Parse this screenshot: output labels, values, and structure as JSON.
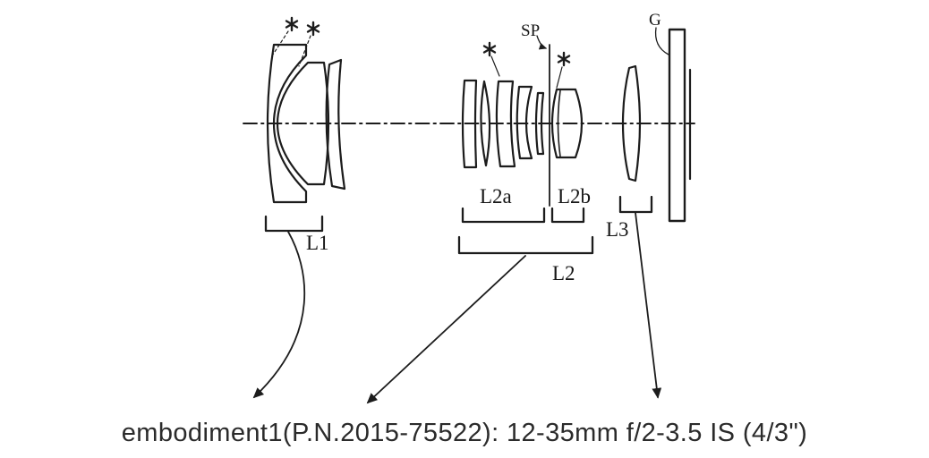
{
  "figure": {
    "type": "patent-lens-optical-diagram",
    "caption": "embodiment1(P.N.2015-75522): 12-35mm f/2-3.5 IS (4/3\")",
    "labels": {
      "group1": "L1",
      "group2": "L2",
      "group2a": "L2a",
      "group2b": "L2b",
      "group3": "L3",
      "aperture_stop": "SP",
      "glass_block": "G"
    },
    "icons": {
      "asterisk": "aspheric-surface-marker"
    },
    "colors": {
      "line": "#1c1c1c",
      "caption_text": "#2b2b2b",
      "background": "#ffffff"
    }
  }
}
